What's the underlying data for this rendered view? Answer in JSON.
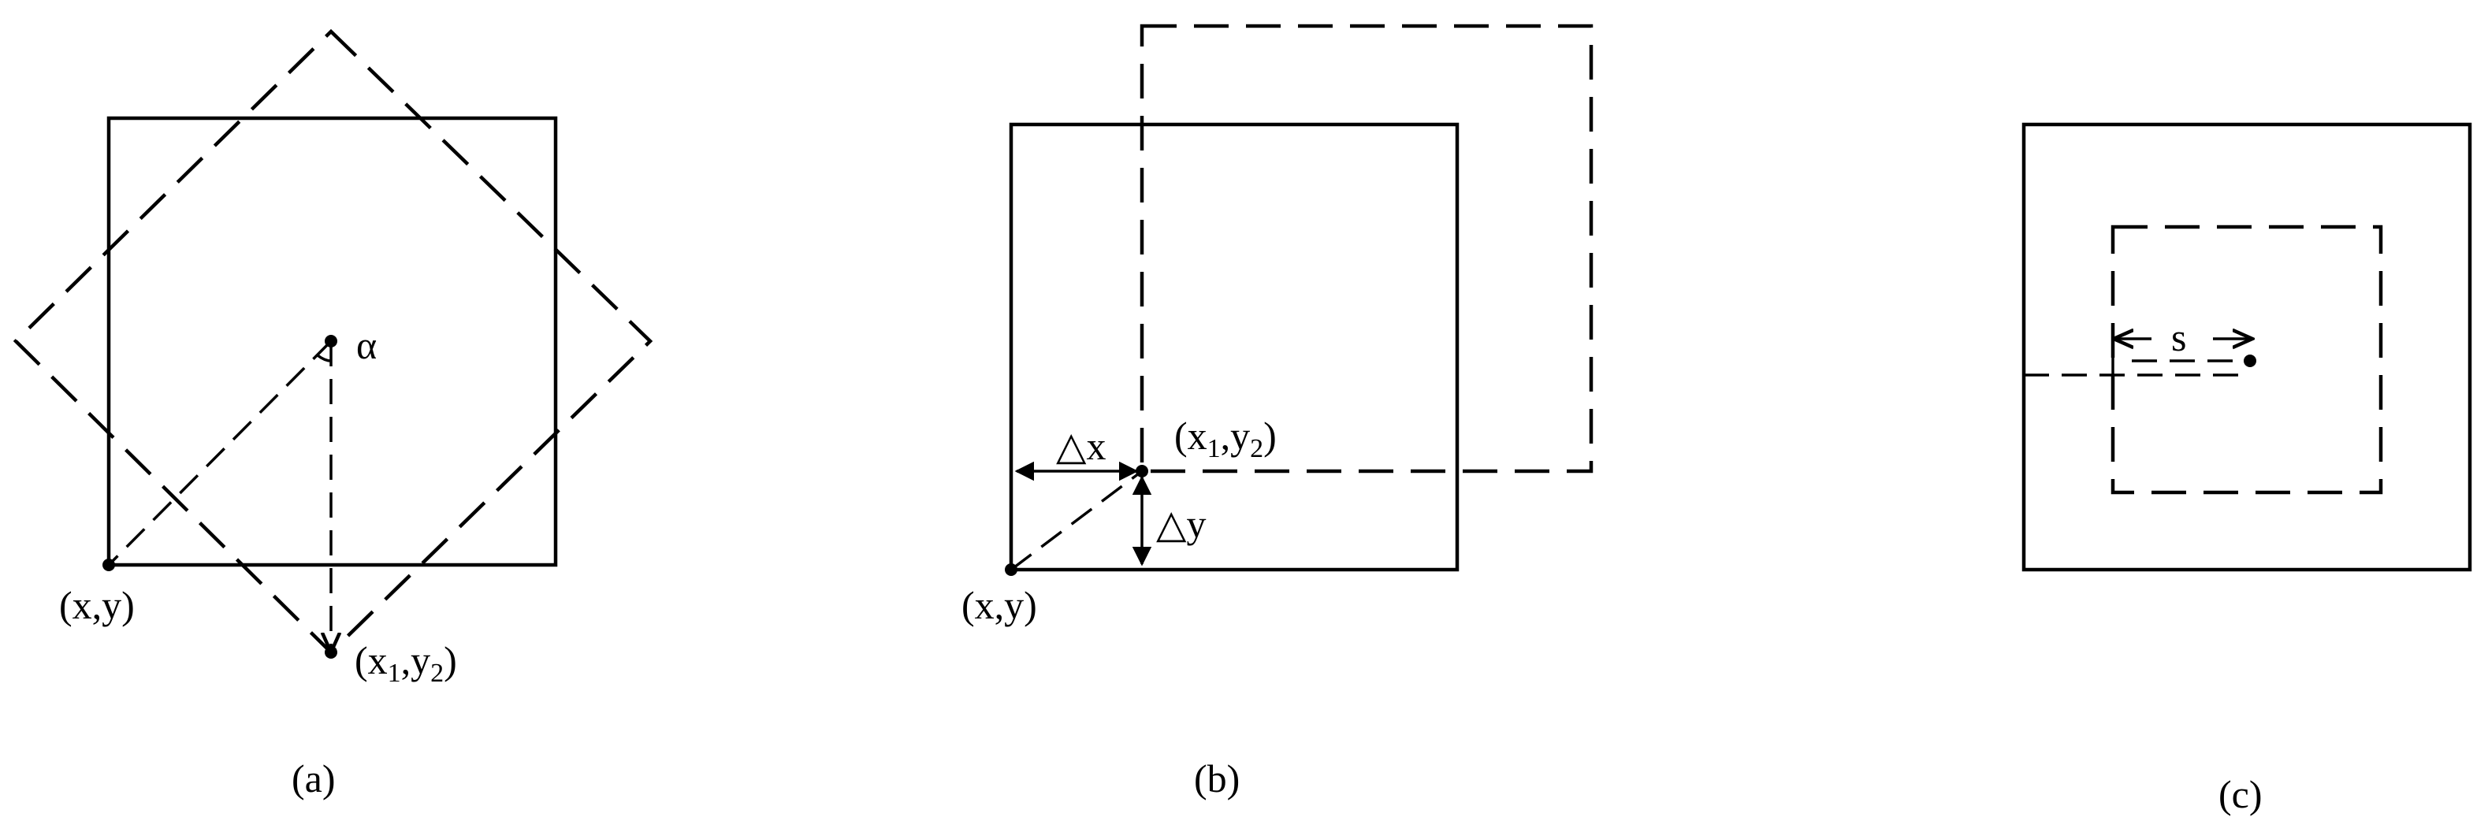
{
  "panels": [
    {
      "caption": "(a)",
      "labels": {
        "origin": "(x,y)",
        "angle": "α",
        "target_main": "(x",
        "target_sub1": "1",
        "target_mid": ",y",
        "target_sub2": "2",
        "target_end": ")"
      }
    },
    {
      "caption": "(b)",
      "labels": {
        "origin": "(x,y)",
        "dx": "△x",
        "dy": "△y",
        "target_main": "(x",
        "target_sub1": "1",
        "target_mid": ",y",
        "target_sub2": "2",
        "target_end": ")"
      }
    },
    {
      "caption": "(c)",
      "labels": {
        "scale": "s"
      }
    }
  ]
}
